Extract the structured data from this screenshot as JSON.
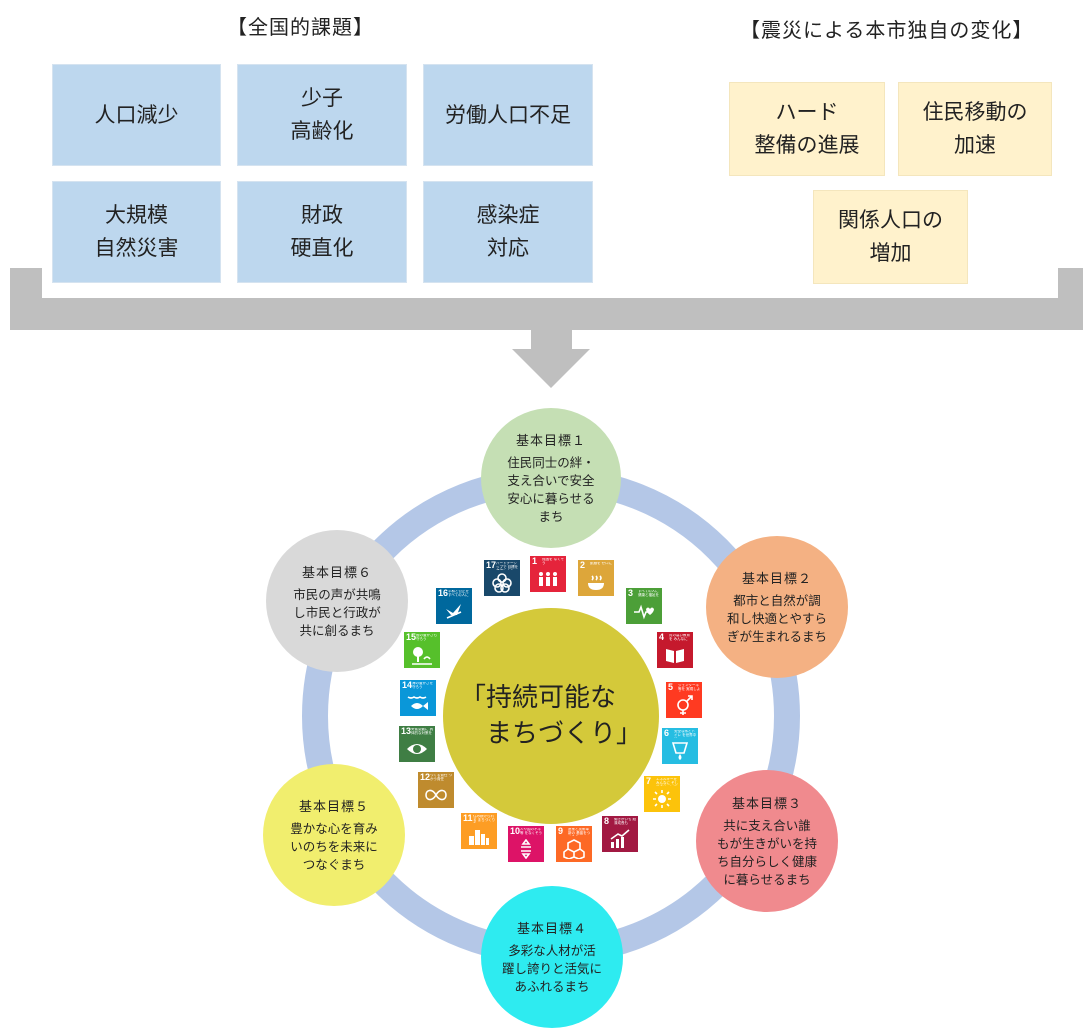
{
  "headings": {
    "national": "【全国的課題】",
    "local": "【震災による本市独自の変化】"
  },
  "national_issues": [
    "人口減少",
    "少子\n高齢化",
    "労働人口不足",
    "大規模\n自然災害",
    "財政\n硬直化",
    "感染症\n対応"
  ],
  "local_changes": [
    "ハード\n整備の進展",
    "住民移動の\n加速",
    "関係人口の\n増加"
  ],
  "center_text": "「持続可能な\n　まちづくり」",
  "goals": [
    {
      "label": "基本目標１",
      "text": "住民同士の絆・\n支え合いで安全\n安心に暮らせる\nまち",
      "color": "#c5dfb4"
    },
    {
      "label": "基本目標２",
      "text": "都市と自然が調\n和し快適とやすら\nぎが生まれるまち",
      "color": "#f4b183"
    },
    {
      "label": "基本目標３",
      "text": "共に支え合い誰\nもが生きがいを持\nち自分らしく健康\nに暮らせるまち",
      "color": "#f08a8e"
    },
    {
      "label": "基本目標４",
      "text": "多彩な人材が活\n躍し誇りと活気に\nあふれるまち",
      "color": "#2eebf0"
    },
    {
      "label": "基本目標５",
      "text": "豊かな心を育み\nいのちを未来に\nつなぐまち",
      "color": "#f1ee6e"
    },
    {
      "label": "基本目標６",
      "text": "市民の声が共鳴\nし市民と行政が\n共に創るまち",
      "color": "#d9d9d9"
    }
  ],
  "sdgs": [
    {
      "num": "1",
      "label": "貧困を なくそう",
      "color": "#e5243b",
      "icon": "people-icon"
    },
    {
      "num": "2",
      "label": "飢餓を ゼロに",
      "color": "#dda63a",
      "icon": "bowl-icon"
    },
    {
      "num": "3",
      "label": "すべての人に 健康と福祉を",
      "color": "#4c9f38",
      "icon": "heartbeat-icon"
    },
    {
      "num": "4",
      "label": "質の高い教育を みんなに",
      "color": "#c5192d",
      "icon": "book-icon"
    },
    {
      "num": "5",
      "label": "ジェンダー平等を 実現しよう",
      "color": "#ff3a21",
      "icon": "gender-icon"
    },
    {
      "num": "6",
      "label": "安全な水とトイレ を世界中に",
      "color": "#26bde2",
      "icon": "water-icon"
    },
    {
      "num": "7",
      "label": "エネルギーをみんなに そしてクリーンに",
      "color": "#fcc30b",
      "icon": "sun-icon"
    },
    {
      "num": "8",
      "label": "働きがいも 経済成長も",
      "color": "#a21942",
      "icon": "growth-icon"
    },
    {
      "num": "9",
      "label": "産業と技術革新の 基盤をつくろう",
      "color": "#fd6925",
      "icon": "cubes-icon"
    },
    {
      "num": "10",
      "label": "人や国の不平等 をなくそう",
      "color": "#dd1367",
      "icon": "equality-icon"
    },
    {
      "num": "11",
      "label": "住み続けられる まちづくりを",
      "color": "#fd9d24",
      "icon": "city-icon"
    },
    {
      "num": "12",
      "label": "つくる責任 つかう責任",
      "color": "#bf8b2e",
      "icon": "infinity-icon"
    },
    {
      "num": "13",
      "label": "気候変動に 具体的な対策を",
      "color": "#3f7e44",
      "icon": "eye-icon"
    },
    {
      "num": "14",
      "label": "海の豊かさを 守ろう",
      "color": "#0a97d9",
      "icon": "fish-icon"
    },
    {
      "num": "15",
      "label": "陸の豊かさも 守ろう",
      "color": "#56c02b",
      "icon": "tree-icon"
    },
    {
      "num": "16",
      "label": "平和と公正を すべての人に",
      "color": "#00689d",
      "icon": "dove-icon"
    },
    {
      "num": "17",
      "label": "パートナーシップで 目標を達成しよう",
      "color": "#19486a",
      "icon": "flower-icon"
    }
  ],
  "colors": {
    "issue_box": "#bdd7ee",
    "change_box": "#fff2cc",
    "arrow": "#bfbfbf",
    "ring": "#b4c7e7",
    "center": "#d4c93a"
  }
}
